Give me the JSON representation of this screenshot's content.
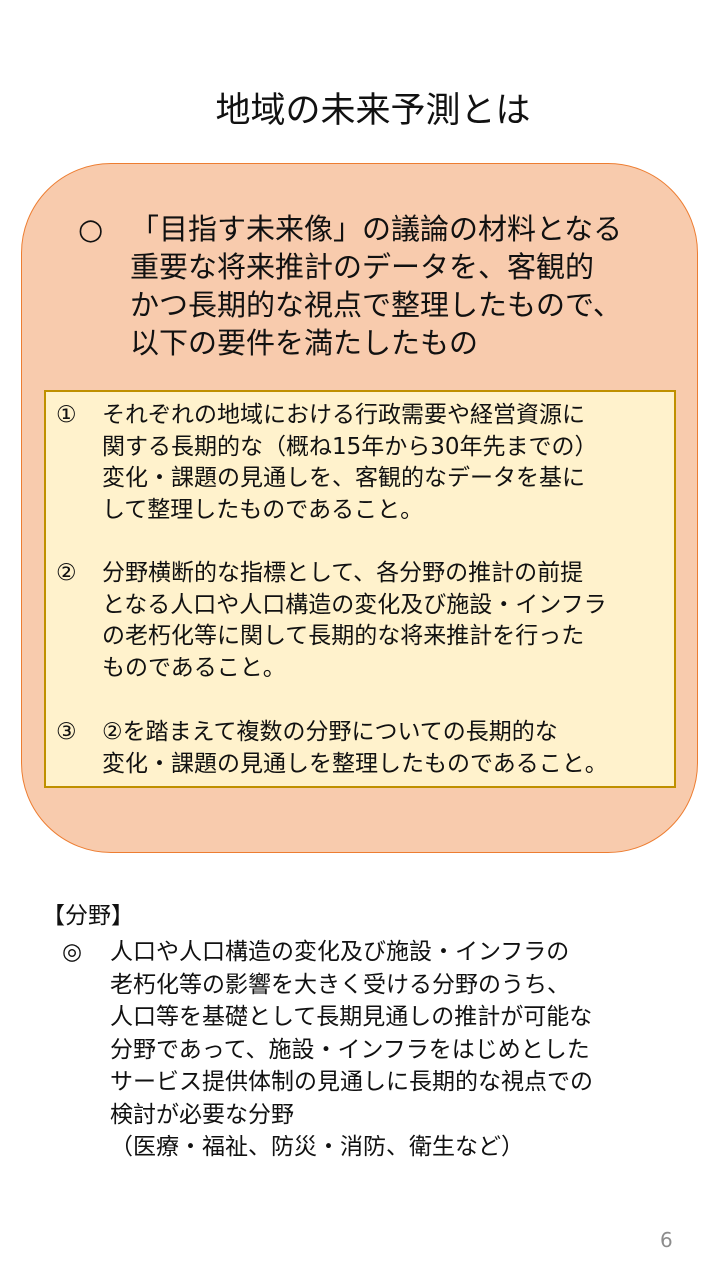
{
  "slide": {
    "title": "地域の未来予測とは",
    "page_number": "6",
    "colors": {
      "panel_fill": "#f8cbad",
      "panel_border": "#ed7d31",
      "requirements_fill": "#fff2cc",
      "requirements_border": "#bf9000",
      "page_number": "#8c8c8c"
    }
  },
  "lead": {
    "marker": "○",
    "lines": [
      "「目指す未来像」の議論の材料となる",
      "重要な将来推計のデータを、客観的",
      "かつ長期的な視点で整理したもので、",
      "以下の要件を満たしたもの"
    ]
  },
  "requirements": [
    {
      "number": "①",
      "lines": [
        "それぞれの地域における行政需要や経営資源に",
        "関する長期的な（概ね15年から30年先までの）",
        "変化・課題の見通しを、客観的なデータを基に",
        "して整理したものであること。"
      ]
    },
    {
      "number": "②",
      "lines": [
        "分野横断的な指標として、各分野の推計の前提",
        "となる人口や人口構造の変化及び施設・インフラ",
        "の老朽化等に関して長期的な将来推計を行った",
        "ものであること。"
      ]
    },
    {
      "number": "③",
      "lines": [
        "②を踏まえて複数の分野についての長期的な",
        "変化・課題の見通しを整理したものであること。"
      ]
    }
  ],
  "field": {
    "heading": "【分野】",
    "marker": "◎",
    "lines": [
      "人口や人口構造の変化及び施設・インフラの",
      "老朽化等の影響を大きく受ける分野のうち、",
      "人口等を基礎として長期見通しの推計が可能な",
      "分野であって、施設・インフラをはじめとした",
      "サービス提供体制の見通しに長期的な視点での",
      "検討が必要な分野",
      "（医療・福祉、防災・消防、衛生など）"
    ]
  }
}
